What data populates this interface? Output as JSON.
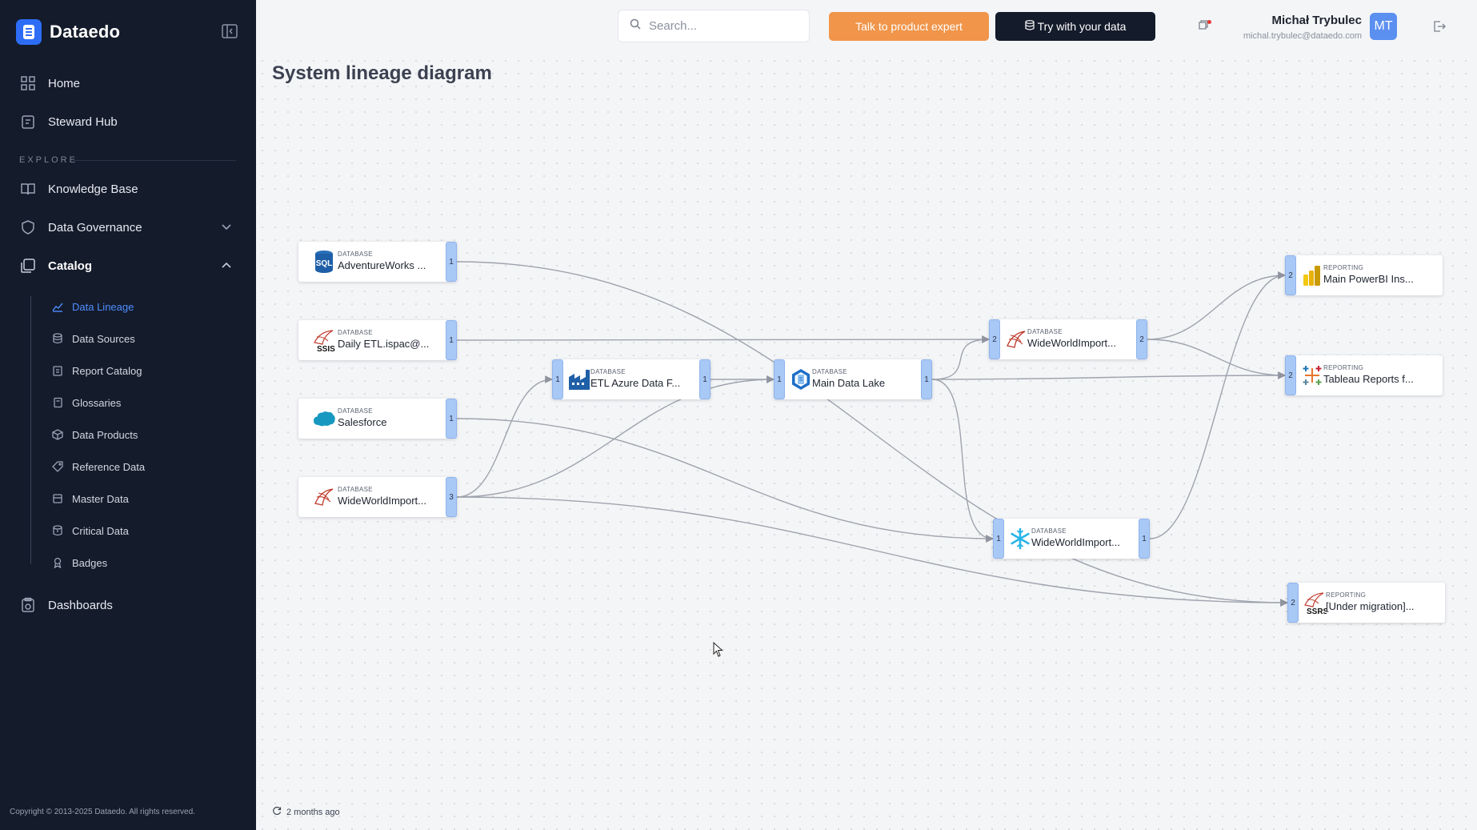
{
  "app": {
    "name": "Dataedo"
  },
  "sidebar": {
    "nav": [
      {
        "label": "Home",
        "icon": "grid-icon"
      },
      {
        "label": "Steward Hub",
        "icon": "clipboard-icon"
      }
    ],
    "section_label": "EXPLORE",
    "explore": [
      {
        "label": "Knowledge Base",
        "icon": "book-icon"
      },
      {
        "label": "Data Governance",
        "icon": "shield-icon",
        "expanded": false
      },
      {
        "label": "Catalog",
        "icon": "catalog-icon",
        "expanded": true
      }
    ],
    "catalog_items": [
      {
        "label": "Data Lineage",
        "active": true
      },
      {
        "label": "Data Sources"
      },
      {
        "label": "Report Catalog"
      },
      {
        "label": "Glossaries"
      },
      {
        "label": "Data Products"
      },
      {
        "label": "Reference Data"
      },
      {
        "label": "Master Data"
      },
      {
        "label": "Critical Data"
      },
      {
        "label": "Badges"
      }
    ],
    "dashboards": {
      "label": "Dashboards"
    },
    "copyright": "Copyright © 2013-2025 Dataedo. All rights reserved."
  },
  "header": {
    "search_placeholder": "Search...",
    "talk_button": "Talk to product expert",
    "try_button": "Try with your data",
    "user_name": "Michał Trybulec",
    "user_email": "michal.trybulec@dataedo.com",
    "avatar_initials": "MT"
  },
  "page": {
    "title": "System lineage diagram",
    "last_refresh": "2 months ago"
  },
  "lineage": {
    "nodes": [
      {
        "id": "adventureworks",
        "type": "DATABASE",
        "name": "AdventureWorks ...",
        "icon": "sql-server-icon",
        "in": null,
        "out": "1"
      },
      {
        "id": "dailyetl",
        "type": "DATABASE",
        "name": "Daily ETL.ispac@...",
        "icon": "ssis-icon",
        "in": null,
        "out": "1"
      },
      {
        "id": "salesforce",
        "type": "DATABASE",
        "name": "Salesforce",
        "icon": "salesforce-icon",
        "in": null,
        "out": "1"
      },
      {
        "id": "wwi_src",
        "type": "DATABASE",
        "name": "WideWorldImport...",
        "icon": "sql-server-icon",
        "in": null,
        "out": "3"
      },
      {
        "id": "etlazure",
        "type": "DATABASE",
        "name": "ETL Azure Data F...",
        "icon": "azure-data-factory-icon",
        "in": "1",
        "out": "1"
      },
      {
        "id": "datalake",
        "type": "DATABASE",
        "name": "Main Data Lake",
        "icon": "data-lake-icon",
        "in": "1",
        "out": "1"
      },
      {
        "id": "wwi_mid",
        "type": "DATABASE",
        "name": "WideWorldImport...",
        "icon": "sql-server-icon",
        "in": "2",
        "out": "2"
      },
      {
        "id": "wwi_snow",
        "type": "DATABASE",
        "name": "WideWorldImport...",
        "icon": "snowflake-icon",
        "in": "1",
        "out": "1"
      },
      {
        "id": "powerbi",
        "type": "REPORTING",
        "name": "Main PowerBI Ins...",
        "icon": "powerbi-icon",
        "in": "2",
        "out": null
      },
      {
        "id": "tableau",
        "type": "REPORTING",
        "name": "Tableau Reports f...",
        "icon": "tableau-icon",
        "in": "2",
        "out": null
      },
      {
        "id": "ssrs",
        "type": "REPORTING",
        "name": "[Under migration]...",
        "icon": "ssrs-icon",
        "in": "2",
        "out": null
      }
    ],
    "edges": [
      [
        "adventureworks",
        "ssrs"
      ],
      [
        "dailyetl",
        "wwi_mid"
      ],
      [
        "salesforce",
        "wwi_snow"
      ],
      [
        "wwi_src",
        "etlazure"
      ],
      [
        "wwi_src",
        "datalake"
      ],
      [
        "wwi_src",
        "ssrs"
      ],
      [
        "etlazure",
        "datalake"
      ],
      [
        "datalake",
        "wwi_mid"
      ],
      [
        "datalake",
        "tableau"
      ],
      [
        "datalake",
        "wwi_snow"
      ],
      [
        "wwi_mid",
        "powerbi"
      ],
      [
        "wwi_mid",
        "tableau"
      ],
      [
        "wwi_snow",
        "powerbi"
      ]
    ]
  },
  "colors": {
    "sidebar_bg": "#141b2b",
    "accent": "#2d6df6",
    "cta_orange": "#f0954a",
    "port_blue": "#a8c8f6",
    "edge": "#9ea3ad"
  }
}
